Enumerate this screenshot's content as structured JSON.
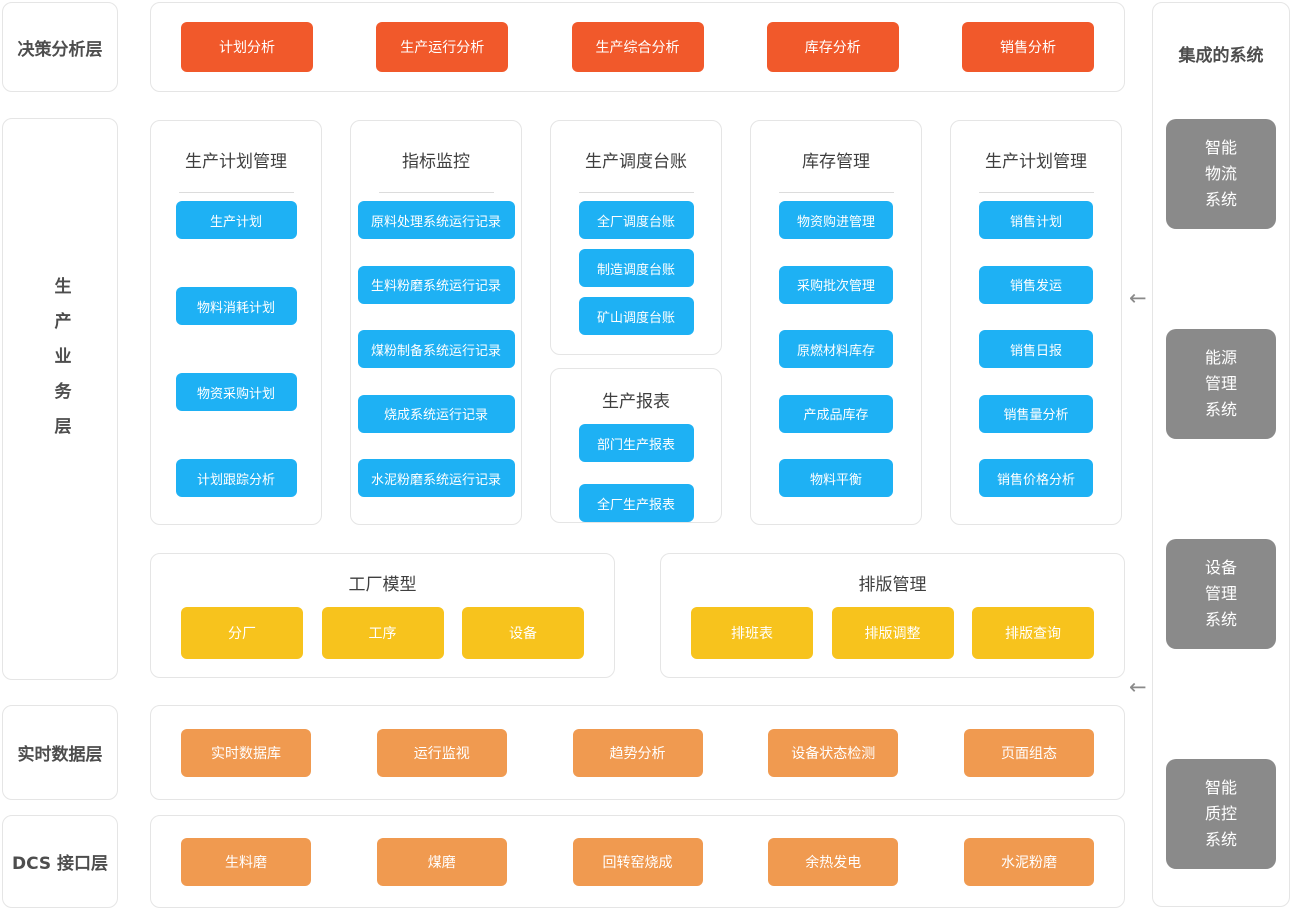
{
  "palette": {
    "red_button": "#F1592B",
    "blue_button": "#1EB1F4",
    "yellow_button": "#F7C31D",
    "orange_button": "#F09A50",
    "gray_system_box": "#8A8A8A",
    "panel_border": "#E5E5E5",
    "label_text": "#4D4D4D"
  },
  "left_labels": {
    "decision": "决策分析层",
    "business": "生产业务层",
    "realtime": "实时数据层",
    "dcs": "DCS 接口层"
  },
  "decision_row": [
    "计划分析",
    "生产运行分析",
    "生产综合分析",
    "库存分析",
    "销售分析"
  ],
  "panels": {
    "plan": {
      "title": "生产计划管理",
      "items": [
        "生产计划",
        "物料消耗计划",
        "物资采购计划",
        "计划跟踪分析"
      ]
    },
    "kpi": {
      "title": "指标监控",
      "items": [
        "原料处理系统运行记录",
        "生料粉磨系统运行记录",
        "煤粉制备系统运行记录",
        "烧成系统运行记录",
        "水泥粉磨系统运行记录"
      ]
    },
    "dispatch": {
      "title": "生产调度台账",
      "items": [
        "全厂调度台账",
        "制造调度台账",
        "矿山调度台账"
      ]
    },
    "report": {
      "title": "生产报表",
      "items": [
        "部门生产报表",
        "全厂生产报表"
      ]
    },
    "inventory": {
      "title": "库存管理",
      "items": [
        "物资购进管理",
        "采购批次管理",
        "原燃材料库存",
        "产成品库存",
        "物料平衡"
      ]
    },
    "sales": {
      "title": "生产计划管理",
      "items": [
        "销售计划",
        "销售发运",
        "销售日报",
        "销售量分析",
        "销售价格分析"
      ]
    },
    "factory_model": {
      "title": "工厂模型",
      "items": [
        "分厂",
        "工序",
        "设备"
      ]
    },
    "scheduling": {
      "title": "排版管理",
      "items": [
        "排班表",
        "排版调整",
        "排版查询"
      ]
    }
  },
  "realtime_row": [
    "实时数据库",
    "运行监视",
    "趋势分析",
    "设备状态检测",
    "页面组态"
  ],
  "dcs_row": [
    "生料磨",
    "煤磨",
    "回转窑烧成",
    "余热发电",
    "水泥粉磨"
  ],
  "integrated": {
    "title": "集成的系统",
    "systems": [
      "智能\n物流\n系统",
      "能源\n管理\n系统",
      "设备\n管理\n系统",
      "智能\n质控\n系统"
    ]
  },
  "arrow": "←"
}
